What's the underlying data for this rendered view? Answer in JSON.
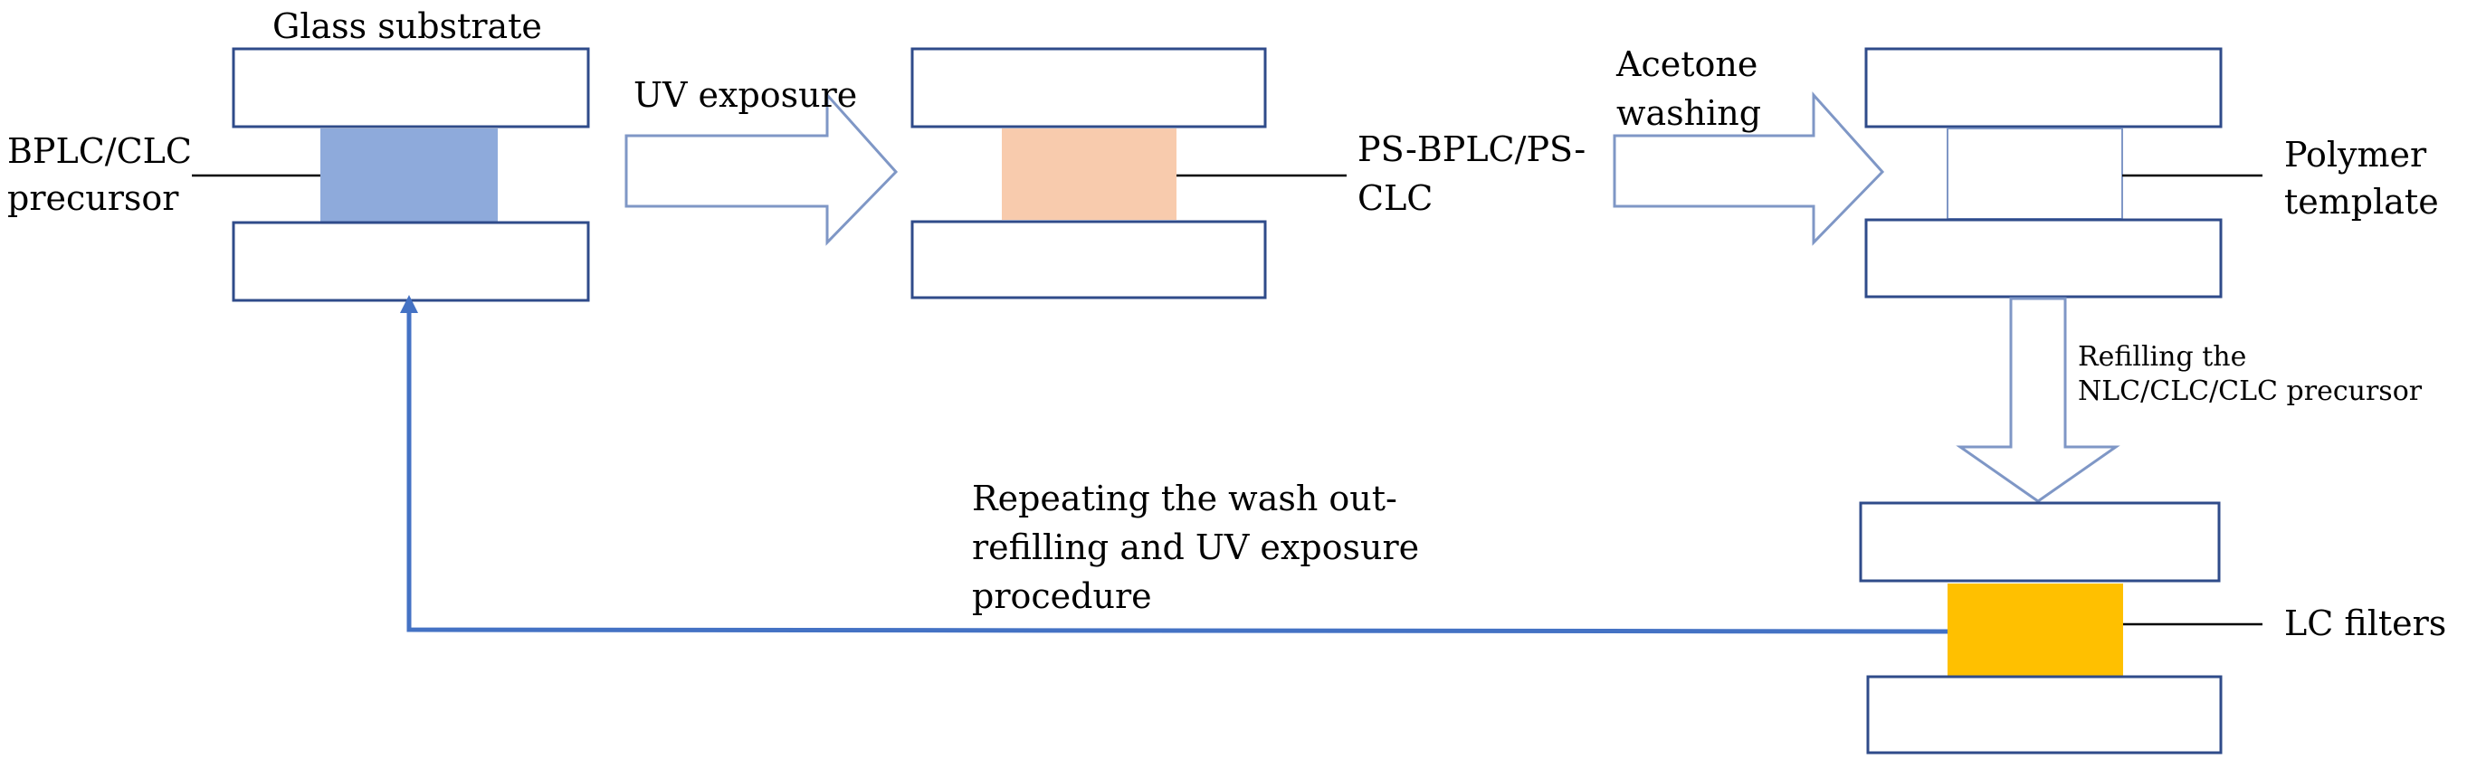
{
  "labels": {
    "glass_substrate": "Glass substrate",
    "precursor": [
      "BPLC/CLC",
      "precursor"
    ],
    "uv_exposure": "UV exposure",
    "ps_product": [
      "PS-BPLC/PS-",
      "CLC"
    ],
    "acetone": [
      "Acetone",
      "washing"
    ],
    "polymer_template": [
      "Polymer",
      "template"
    ],
    "refilling": [
      "Refilling the",
      "NLC/CLC/CLC precursor"
    ],
    "repeating": [
      "Repeating the wash out-",
      "refilling and UV exposure",
      "procedure"
    ],
    "lc_filters": "LC filters"
  },
  "colors": {
    "precursor_fill": "#8eaadb",
    "ps_fill": "#f8cbad",
    "template_fill": "#ffffff",
    "lc_filter_fill": "#ffc000",
    "plate_stroke": "#2f4b8a",
    "arrow_stroke": "#7f97c6",
    "loop_line": "#4472c4"
  },
  "icons": {
    "process_arrow": "block-arrow-right",
    "refill_arrow": "block-arrow-down",
    "loop_arrow": "line-arrow-up"
  }
}
